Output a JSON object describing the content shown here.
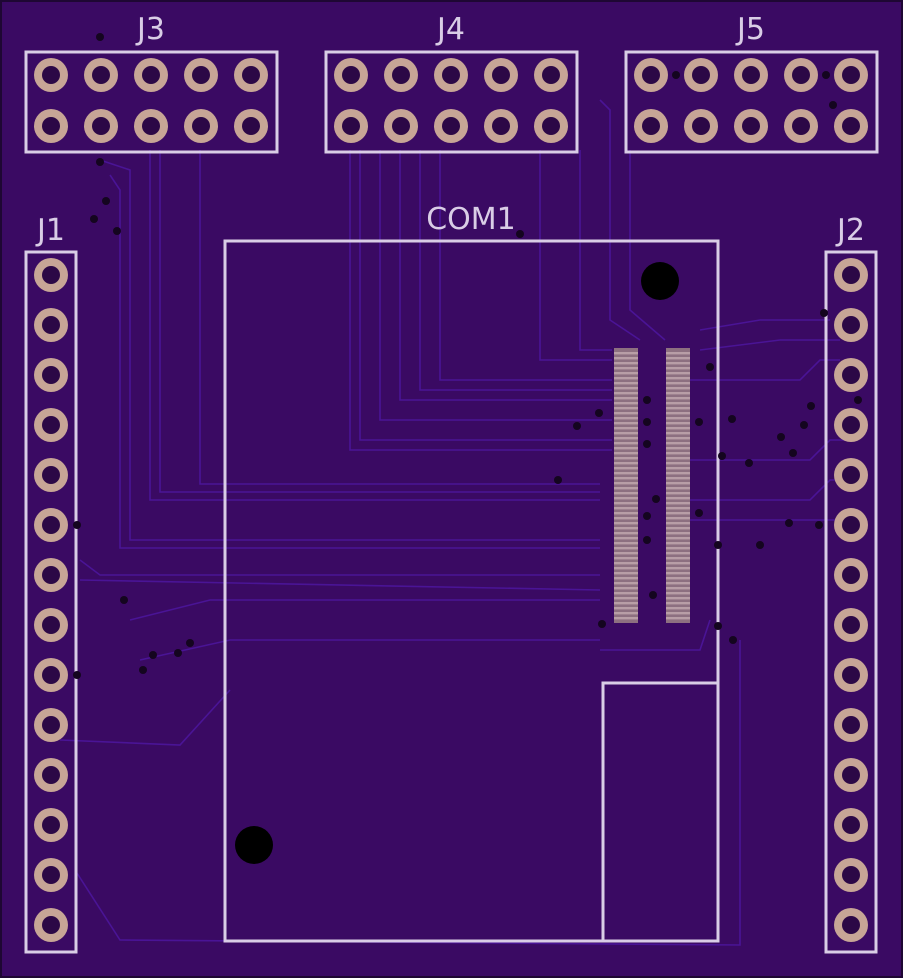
{
  "board": {
    "colors": {
      "substrate": "#3a0a63",
      "edge": "#1e0733",
      "silkscreen": "#d9cde6",
      "trace": "#4a1496",
      "pad": "#c7a596",
      "via": "#14051f"
    }
  },
  "components": {
    "j3": "J3",
    "j4": "J4",
    "j5": "J5",
    "j1": "J1",
    "j2": "J2",
    "com1": "COM1"
  },
  "headers": {
    "j1_pins": 14,
    "j2_pins": 14,
    "j3_pins": 10,
    "j4_pins": 10,
    "j5_pins": 10
  }
}
